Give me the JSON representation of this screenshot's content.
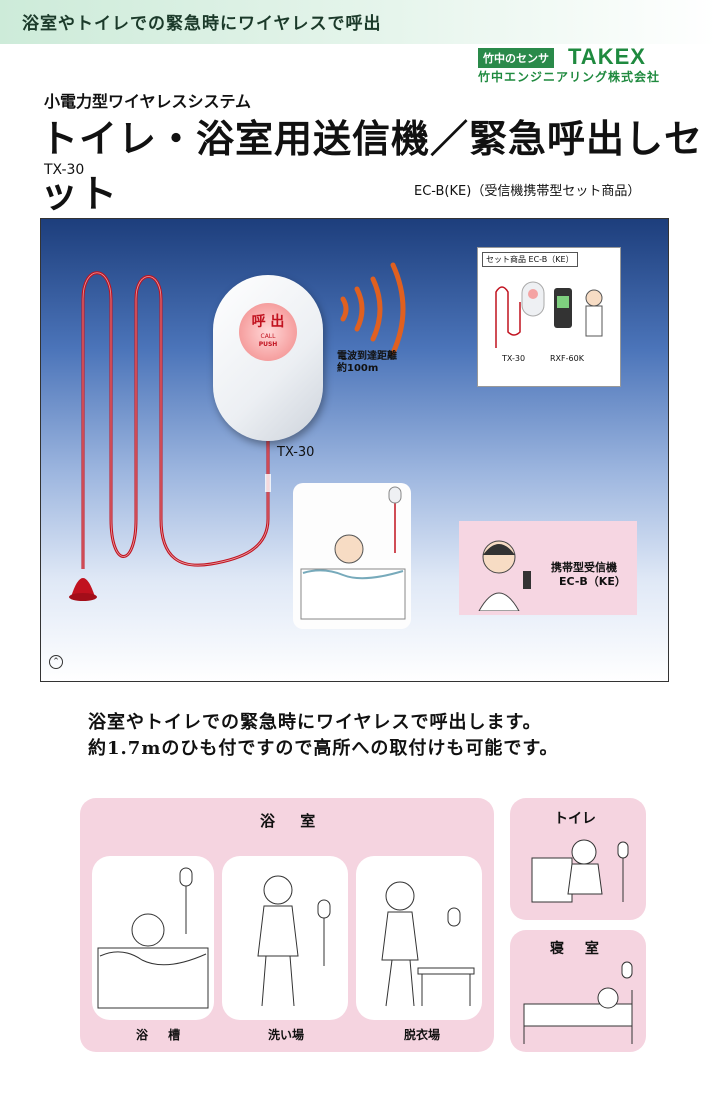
{
  "header": {
    "banner": "浴室やトイレでの緊急時にワイヤレスで呼出",
    "brand_tag": "竹中のセンサ",
    "brand_name": "TAKEX",
    "company": "竹中エンジニアリング株式会社"
  },
  "title": {
    "subtitle": "小電力型ワイヤレスシステム",
    "main": "トイレ・浴室用送信機／緊急呼出しセット",
    "model": "TX-30",
    "set_product": "EC-B(KE)（受信機携帯型セット商品）"
  },
  "hero": {
    "device_button": "呼 出",
    "device_button_sub1": "CALL",
    "device_button_sub2": "PUSH",
    "device_label": "TX-30",
    "range_line1": "電波到達距離",
    "range_line2": "約100m",
    "set_card_title": "セット商品 EC-B（KE）",
    "set_card_tx": "TX-30",
    "set_card_rx": "RXF-60K",
    "receiver_line1": "携帯型受信機",
    "receiver_line2": "EC-B（KE）",
    "scroll_icon": "chevron-up-icon"
  },
  "description": {
    "line1": "浴室やトイレでの緊急時にワイヤレスで呼出します。",
    "line2": "約1.7mのひも付ですので高所への取付けも可能です。"
  },
  "usage": {
    "bath_title": "浴 室",
    "bath_scenes": [
      "浴 槽",
      "洗い場",
      "脱衣場"
    ],
    "toilet_title": "トイレ",
    "bedroom_title": "寝 室"
  },
  "colors": {
    "brand_green": "#1f8a3f",
    "cord_red": "#c1121f",
    "panel_pink": "#f5d4e0"
  }
}
